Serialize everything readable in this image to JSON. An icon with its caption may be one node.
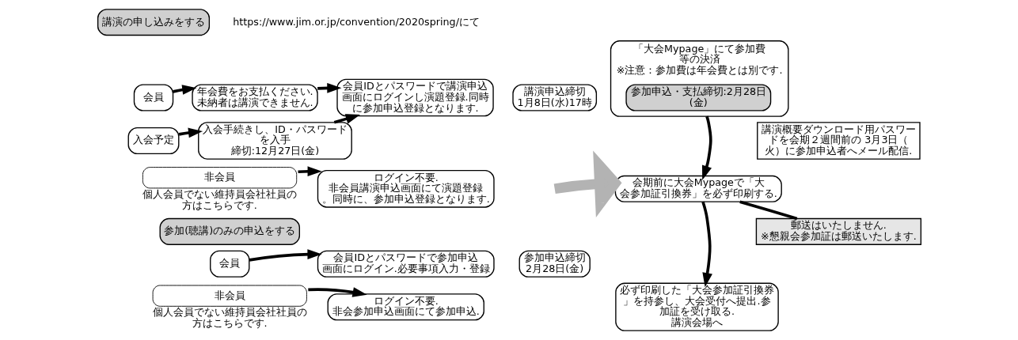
{
  "diagram": {
    "nodes": [
      {
        "text": [
          "講演の申し込みをする"
        ]
      },
      {
        "text": [
          "会員"
        ]
      },
      {
        "text": [
          "年会費をお支払ください.",
          "未納者は講演できません."
        ]
      },
      {
        "text": [
          "入会予定"
        ]
      },
      {
        "text": [
          "入会手続きし、ID・パスワードを入手",
          "締切:12月27日(金)"
        ]
      },
      {
        "text": [
          "非会員"
        ],
        "beside": [
          "個人会員でない維持員会社社員の方はこちらです."
        ]
      },
      {
        "text": [
          "会員IDとパスワードで講演申込画面にログインし演題登録.同時に参加申込登録となります."
        ]
      },
      {
        "text": [
          "ログイン不要.",
          "非会員講演申込画面にて演題登録。同時に、参加申込登録となります."
        ]
      },
      {
        "text": [
          "講演申込締切",
          "1月8日(水)17時"
        ]
      },
      {
        "text": [
          "参加(聴講)のみの申込をする"
        ]
      },
      {
        "text": [
          "会員"
        ]
      },
      {
        "text": [
          "非会員"
        ],
        "beside": [
          "個人会員でない維持員会社社員の方はこちらです."
        ]
      },
      {
        "text": [
          "会員IDとパスワードで参加申込画面にログイン.必要事項入力・登録"
        ]
      },
      {
        "text": [
          "ログイン不要.",
          "非会参加申込画面にて参加申込."
        ]
      },
      {
        "text": [
          "参加申込締切",
          "2月28日(金)"
        ]
      },
      {
        "text": [
          "「大会Mypage」にて参加費等の決済",
          "※注意：参加費は年会費とは別です."
        ]
      },
      {
        "text": [
          "参加申込・支払締切:2月28日(金)"
        ],
        "in": 15
      },
      {
        "text": [
          "講演概要ダウンロード用パスワードを会期２週間前の 3月3日（火）に参加申込者へメール配信."
        ]
      },
      {
        "text": [
          "会期前に大会Mypageで「大会参加証引換券」を必ず印刷する."
        ]
      },
      {
        "text": [
          "郵送はいたしません.",
          "※懇親会参加証は郵送いたします."
        ]
      },
      {
        "text": [
          "必ず印刷した「大会参加証引換券」を持参し、大会受付へ提出.参加証を受け取る.",
          "講演会場へ"
        ]
      }
    ],
    "edges": [
      {
        "from": 1,
        "to": 2,
        "arrow": "to"
      },
      {
        "from": 2,
        "to": 6,
        "arrow": "to"
      },
      {
        "from": 3,
        "to": 4,
        "arrow": "to"
      },
      {
        "from": 4,
        "to": 6,
        "arrow": "to"
      },
      {
        "from": 5,
        "to": 7,
        "arrow": "to"
      },
      {
        "from": 10,
        "to": 12,
        "arrow": "to"
      },
      {
        "from": 11,
        "to": 13,
        "arrow": "to"
      },
      {
        "from": null,
        "to": 18,
        "arrow": "to",
        "style": "thick",
        "color": "#b3b3b3"
      },
      {
        "from": 15,
        "to": 18,
        "arrow": "to"
      },
      {
        "from": 18,
        "to": 20,
        "arrow": "to"
      },
      {
        "from": 19,
        "to": 18,
        "arrow": "none"
      }
    ],
    "labels": [
      "https://www.jim.or.jp/convention/2020spring/にて"
    ]
  }
}
